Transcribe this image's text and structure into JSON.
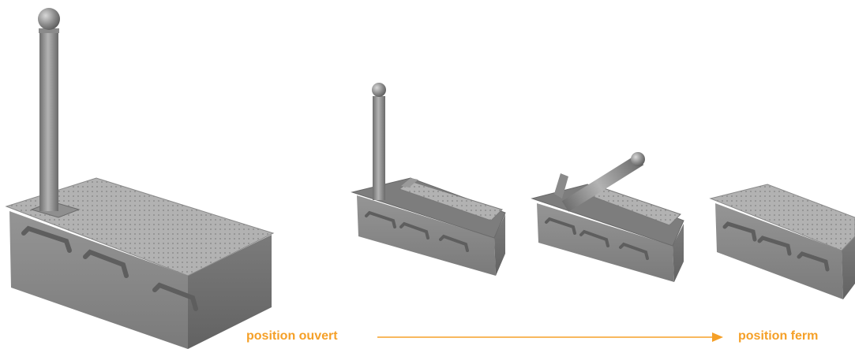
{
  "captions": {
    "open": "position ouvert",
    "closed": "position ferm"
  },
  "colors": {
    "accent": "#f5a028",
    "metal_light": "#a3a3a3",
    "metal_mid": "#8a8a8a",
    "metal_dark": "#6c6c6c",
    "metal_shadow": "#575757"
  },
  "illustration": {
    "stages": [
      "bollard-raised-large",
      "bollard-raised-lid-open",
      "bollard-folding-down",
      "box-closed"
    ]
  }
}
